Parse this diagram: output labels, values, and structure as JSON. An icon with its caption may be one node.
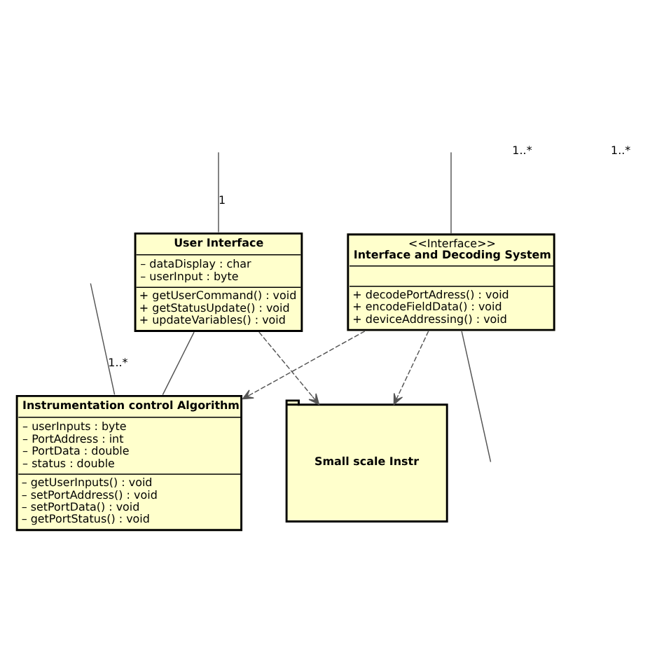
{
  "diagram": {
    "nodes": [
      {
        "text": [
          "User Interface",
          "– dataDisplay : char",
          "– userInput : byte",
          "+ getUserCommand() : void",
          "+ getStatusUpdate() : void",
          "+ updateVariables() : void"
        ]
      },
      {
        "text": [
          "Instrumentation control Algorithm",
          "– userInputs : byte",
          "– PortAddress : int",
          "– PortData : double",
          "– status : double",
          "– getUserInputs() : void",
          "– setPortAddress() : void",
          "– setPortData() : void",
          "– getPortStatus() : void"
        ]
      },
      {
        "text": [
          "Small scale Instr"
        ]
      },
      {
        "text": [
          "<<Interface>>",
          "Interface and Decoding System",
          "+ decodePortAdress() : void",
          "+ encodeFieldData() : void",
          "+ deviceAddressing() : void"
        ]
      }
    ],
    "edges": [
      {
        "from": null,
        "to": 0,
        "arrow": "none",
        "label": "1"
      },
      {
        "from": 0,
        "to": 1,
        "arrow": "none"
      },
      {
        "from": null,
        "to": 1,
        "arrow": "none",
        "label": "1..*"
      },
      {
        "from": 0,
        "to": 2,
        "arrow": "to",
        "style": "dashed"
      },
      {
        "from": 3,
        "to": 1,
        "arrow": "to",
        "style": "dashed"
      },
      {
        "from": 3,
        "to": 2,
        "arrow": "to",
        "style": "dashed"
      },
      {
        "from": null,
        "to": 3,
        "arrow": "none"
      },
      {
        "from": 3,
        "to": null,
        "arrow": "none"
      }
    ],
    "labels": [
      "1..*",
      "1..*"
    ]
  }
}
